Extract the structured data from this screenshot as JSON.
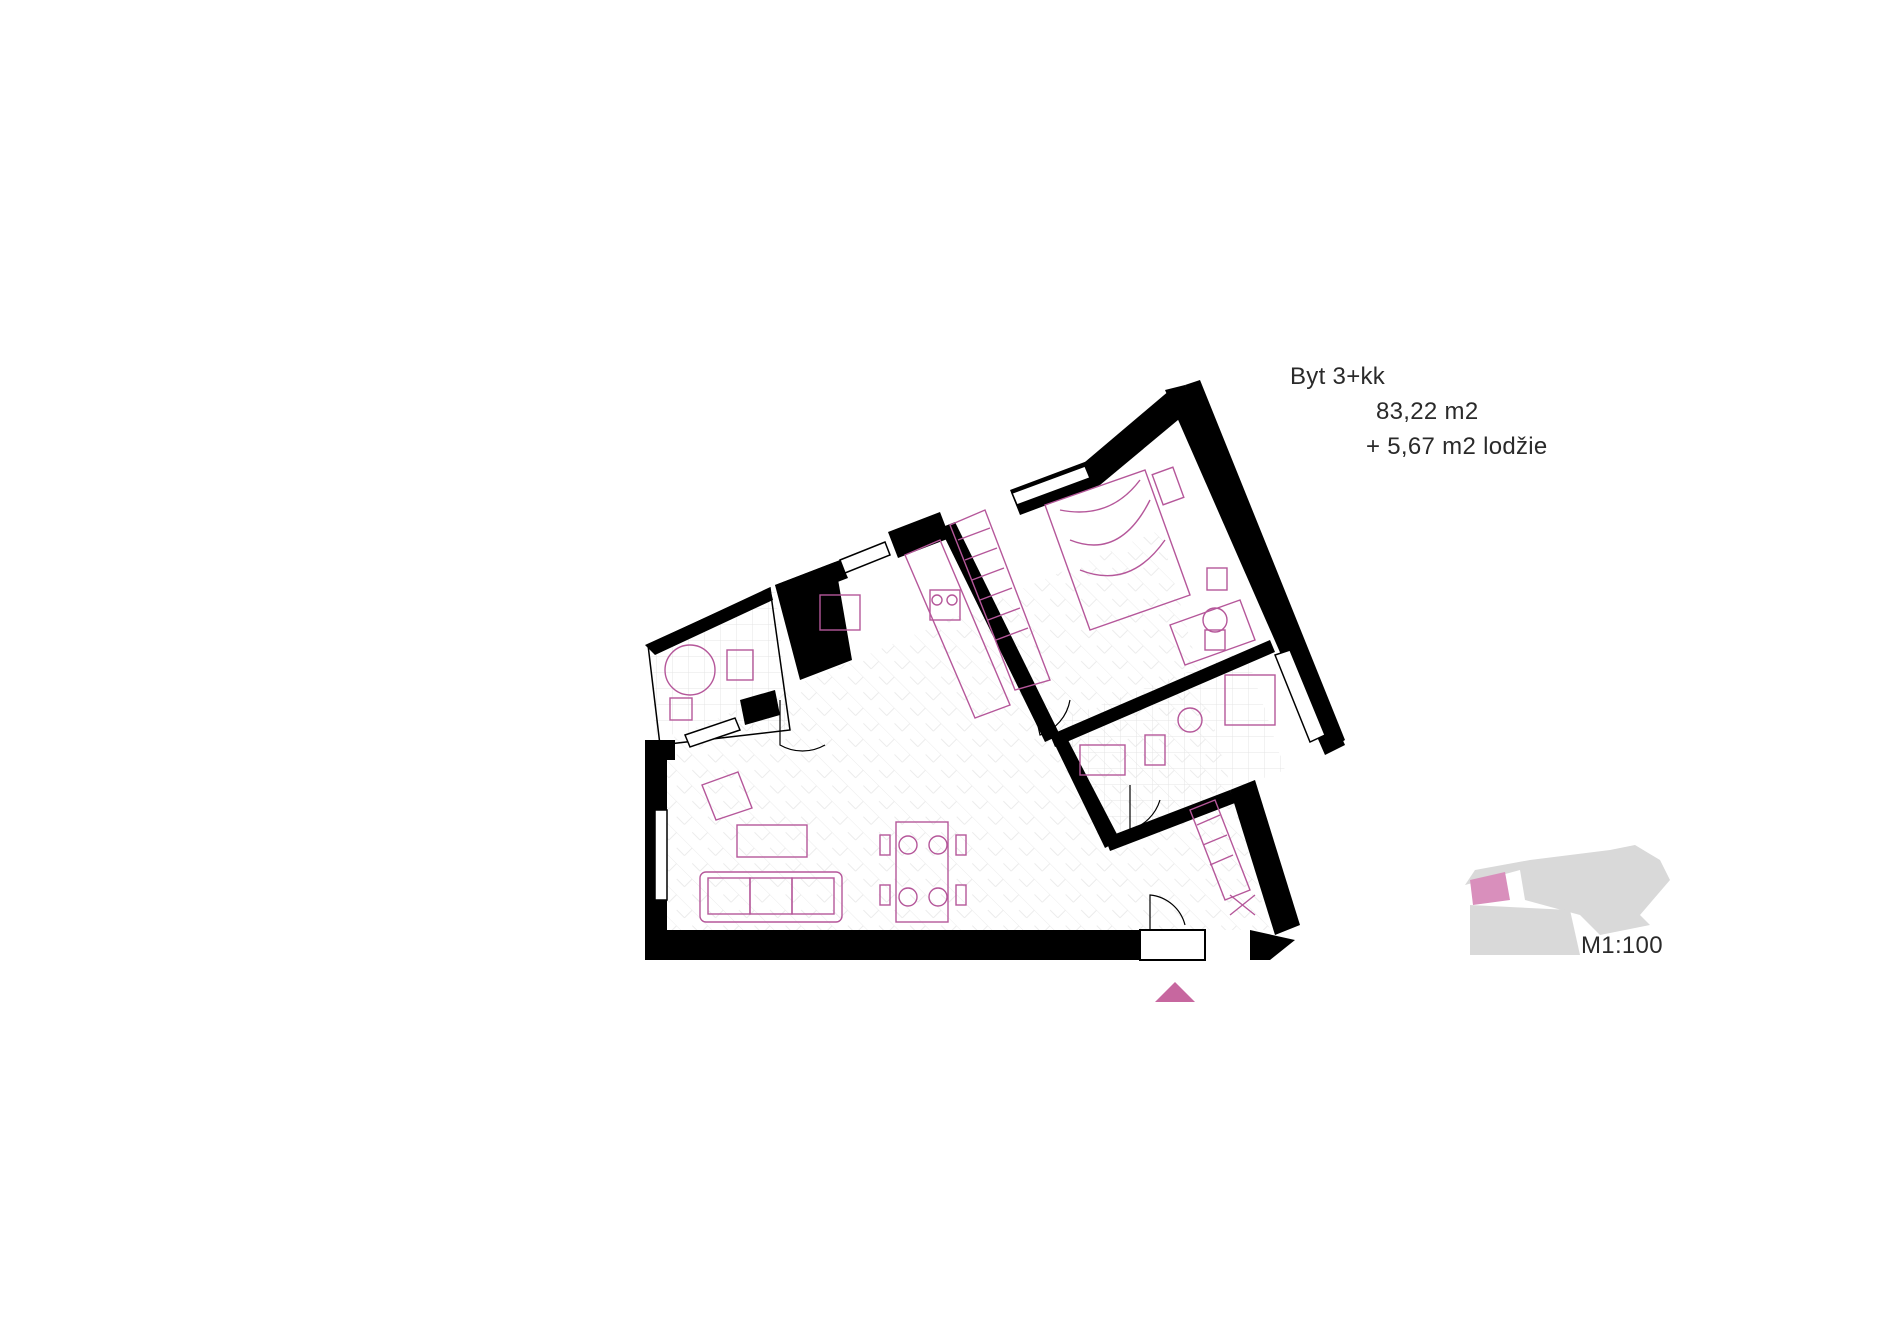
{
  "unit": {
    "title": "Byt 3+kk",
    "area": "83,22 m2",
    "loggia": "+ 5,67 m2 lodžie"
  },
  "scale_label": "M1:100",
  "colors": {
    "wall": "#000000",
    "furniture": "#b5579a",
    "accent": "#c7679f",
    "floor_pattern": "#e6e6e6",
    "keyplan": "#d9d9d9",
    "keyplan_highlight": "#d98fbc"
  },
  "icons": {
    "entrance": "entrance-arrow-icon"
  }
}
